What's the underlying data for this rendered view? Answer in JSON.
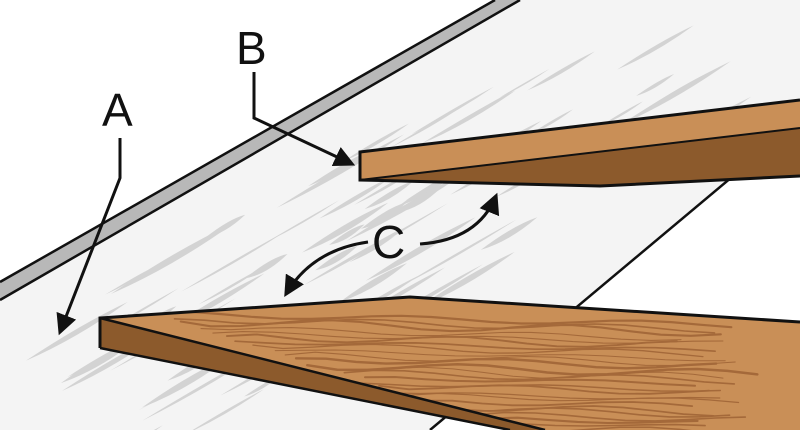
{
  "diagram": {
    "labels": {
      "a": "A",
      "b": "B",
      "c": "C"
    },
    "colors": {
      "stringer_light": "#f4f4f4",
      "stringer_grain": "#d3d3d3",
      "stringer_top": "#b8b8b8",
      "tread_face": "#c98f57",
      "tread_edge": "#8c5a2c",
      "tread_grain": "#a4693a",
      "outline": "#111111"
    }
  }
}
